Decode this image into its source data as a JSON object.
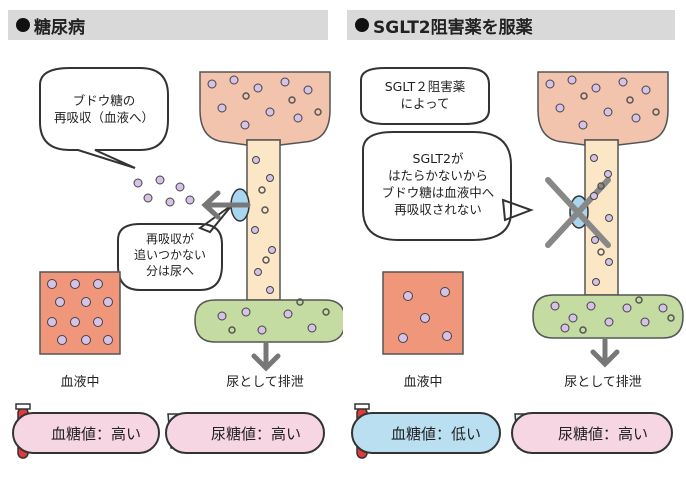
{
  "left": {
    "title": "糖尿病",
    "bubble_reabsorb": [
      "ブドウ糖の",
      "再吸収（血液へ）"
    ],
    "bubble_overflow": [
      "再吸収が",
      "追いつかない",
      "分は尿へ"
    ],
    "blood_label": "血液中",
    "urine_label": "尿として排泄",
    "blood_sugar": "血糖値：高い",
    "urine_sugar": "尿糖値：高い"
  },
  "right": {
    "title": "SGLT2阻害薬を服薬",
    "bubble_drug": [
      "SGLT２阻害薬",
      "によって"
    ],
    "bubble_effect": [
      "SGLT2が",
      "はたらかないから",
      "ブドウ糖は血液中へ",
      "再吸収されない"
    ],
    "blood_label": "血液中",
    "urine_label": "尿として排泄",
    "blood_sugar": "血糖値：低い",
    "urine_sugar": "尿糖値：高い"
  },
  "colors": {
    "funnel_top": "#f3c4ad",
    "tube": "#fbe6c6",
    "bladder": "#c4dba1",
    "blood_box": "#f0967a",
    "glucose": "#d6c2e6",
    "blood_pill_high": "#f7d6e4",
    "blood_pill_low": "#b9dff1",
    "urine_pill": "#f7d6e4",
    "transporter": "#a8d6ee"
  }
}
